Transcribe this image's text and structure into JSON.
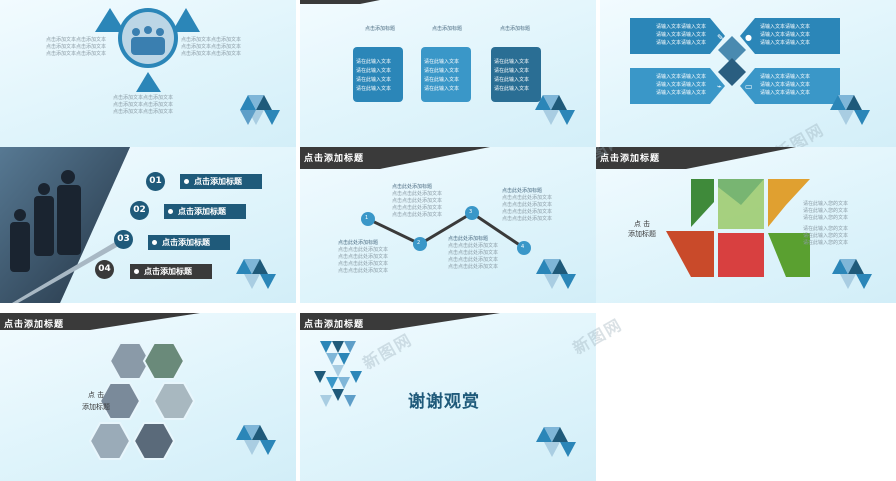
{
  "watermark": "新图网",
  "slide1": {
    "left_lines": [
      "点击添加文本点击添加文本",
      "点击添加文本点击添加文本",
      "点击添加文本点击添加文本"
    ],
    "right_lines": [
      "点击添加文本点击添加文本",
      "点击添加文本点击添加文本",
      "点击添加文本点击添加文本"
    ],
    "bottom_lines": [
      "点击添加文本点击添加文本",
      "点击添加文本点击添加文本",
      "点击添加文本点击添加文本"
    ]
  },
  "slide2": {
    "titles": [
      "点击添加标题",
      "点击添加标题",
      "点击添加标题"
    ],
    "items": [
      "请在此输入文本",
      "请在此输入文本",
      "请在此输入文本",
      "请在此输入文本"
    ]
  },
  "slide3": {
    "lines": [
      "请输入文本请输入文本",
      "请输入文本请输入文本",
      "请输入文本请输入文本"
    ]
  },
  "slide4": {
    "steps": [
      {
        "num": "01",
        "label": "点击添加标题"
      },
      {
        "num": "02",
        "label": "点击添加标题"
      },
      {
        "num": "03",
        "label": "点击添加标题"
      },
      {
        "num": "04",
        "label": "点击添加标题"
      }
    ]
  },
  "slide5": {
    "header": "点击添加标题",
    "nodes": [
      "1",
      "2",
      "3",
      "4"
    ],
    "blocks": [
      {
        "title": "点击此处添加标题",
        "lines": [
          "点击点击此处添加文本",
          "点击点击此处添加文本",
          "点击点击此处添加文本",
          "点击点击此处添加文本"
        ]
      },
      {
        "title": "点击此处添加标题",
        "lines": [
          "点击点击此处添加文本",
          "点击点击此处添加文本",
          "点击点击此处添加文本",
          "点击点击此处添加文本"
        ]
      },
      {
        "title": "点击此处添加标题",
        "lines": [
          "点击点击此处添加文本",
          "点击点击此处添加文本",
          "点击点击此处添加文本",
          "点击点击此处添加文本"
        ]
      },
      {
        "title": "点击此处添加标题",
        "lines": [
          "点击点击此处添加文本",
          "点击点击此处添加文本",
          "点击点击此处添加文本",
          "点击点击此处添加文本"
        ]
      }
    ]
  },
  "slide6": {
    "header": "点击添加标题",
    "label_lines": [
      "点    击",
      "添加标题"
    ],
    "right_lines": [
      "请在此输入您的文本",
      "请在此输入您的文本",
      "请在此输入您的文本",
      "请在此输入您的文本",
      "请在此输入您的文本",
      "请在此输入您的文本"
    ]
  },
  "slide7": {
    "header": "点击添加标题",
    "label_lines": [
      "点    击",
      "添加标题"
    ]
  },
  "slide8": {
    "header": "点击添加标题",
    "thanks": "谢谢观赏"
  },
  "colors": {
    "accent": "#2b86b8",
    "dark": "#1f5a7a",
    "darkgray": "#3a3a3a"
  }
}
